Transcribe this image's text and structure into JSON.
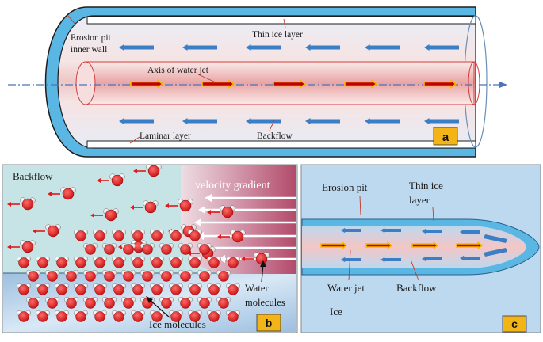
{
  "panel_a": {
    "erosion_pit_wall_line1": "Erosion pit",
    "erosion_pit_wall_line2": "inner wall",
    "thin_ice_layer": "Thin ice layer",
    "axis_of_water_jet": "Axis of water jet",
    "laminar_layer": "Laminar layer",
    "backflow": "Backflow",
    "tag": "a"
  },
  "panel_b": {
    "backflow": "Backflow",
    "velocity_gradient": "velocity gradient",
    "water_molecules_line1": "Water",
    "water_molecules_line2": "molecules",
    "ice_molecules": "Ice molecules",
    "tag": "b"
  },
  "panel_c": {
    "erosion_pit": "Erosion pit",
    "thin_ice_line1": "Thin ice",
    "thin_ice_line2": "layer",
    "water_jet": "Water jet",
    "backflow": "Backflow",
    "ice": "Ice",
    "tag": "c"
  },
  "colors": {
    "ice_blue": "#5ab7e4",
    "flow_arrow_blue": "#3a7fc6",
    "jet_arrow_red": "#c00000",
    "jet_arrow_outline": "#f5b800",
    "molecule_red": "#e01a1a",
    "tag_yellow": "#f2b417"
  }
}
